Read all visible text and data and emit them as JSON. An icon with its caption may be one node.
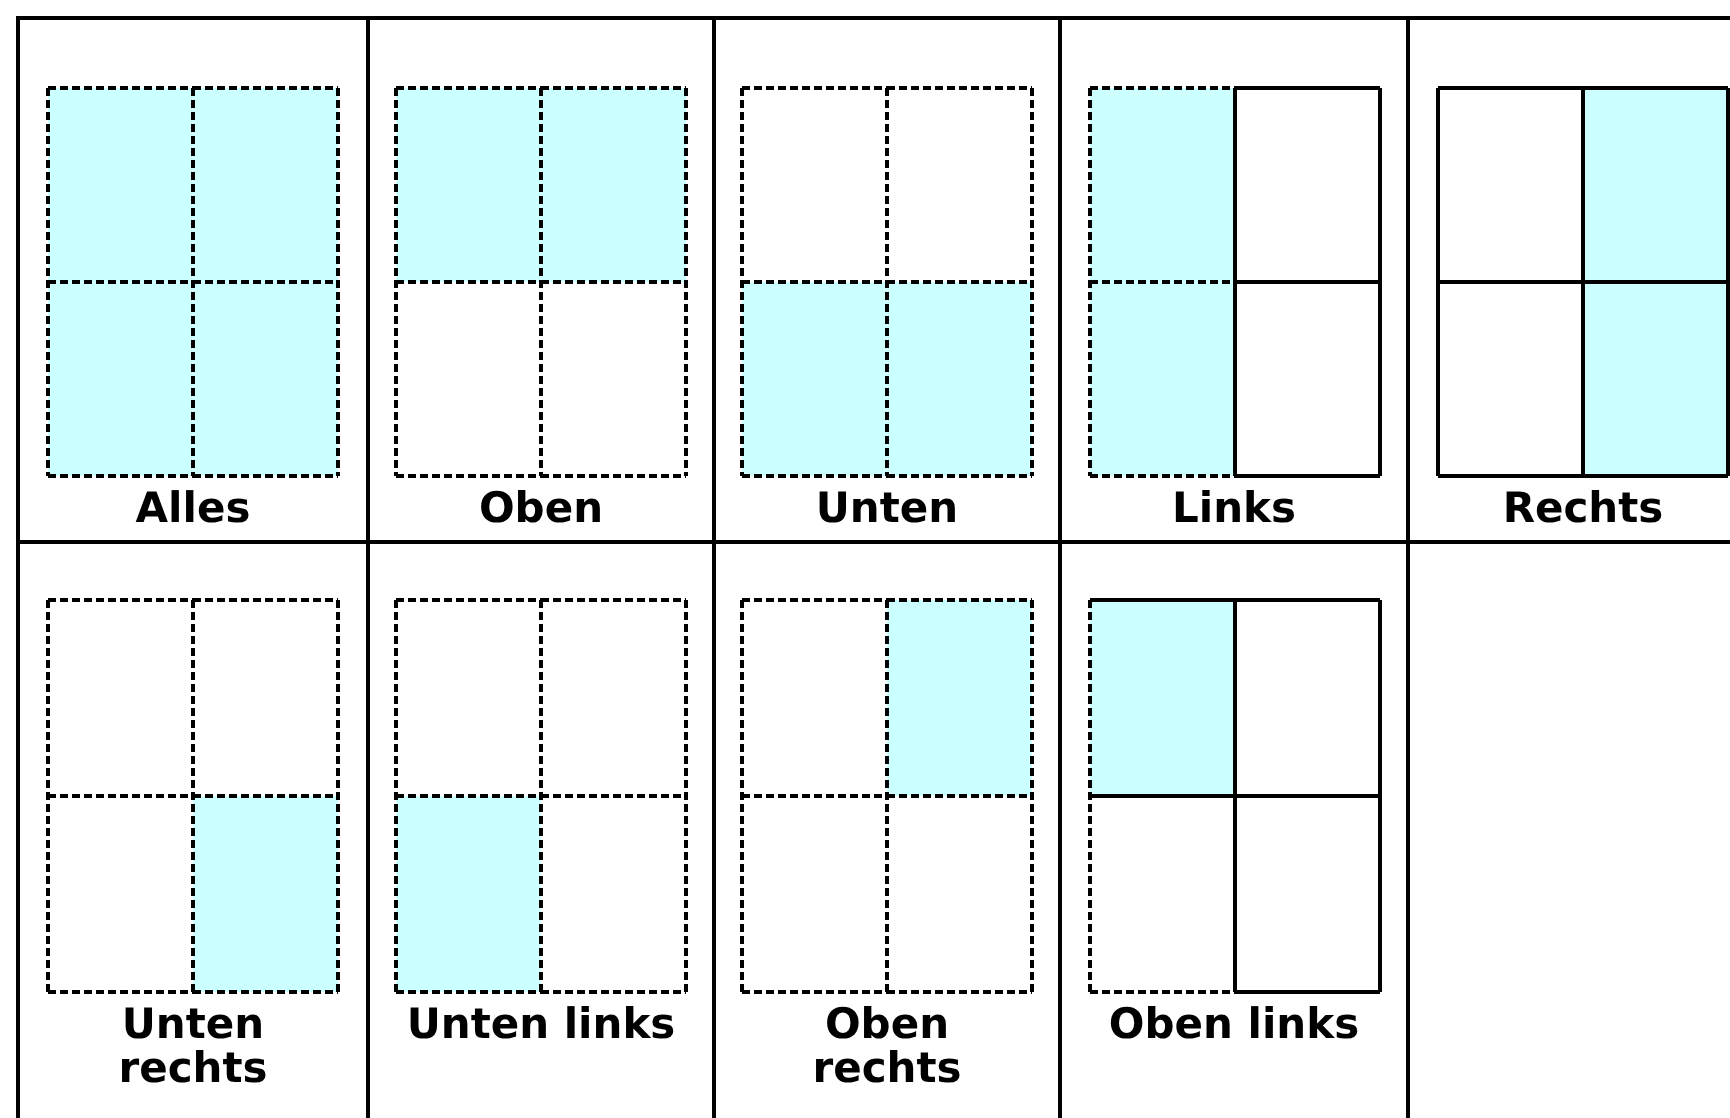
{
  "diagram": {
    "labels": [
      "Alles",
      "Oben",
      "Unten",
      "Links",
      "Rechts",
      "Unten rechts",
      "Unten links",
      "Oben rechts",
      "Oben links"
    ]
  }
}
